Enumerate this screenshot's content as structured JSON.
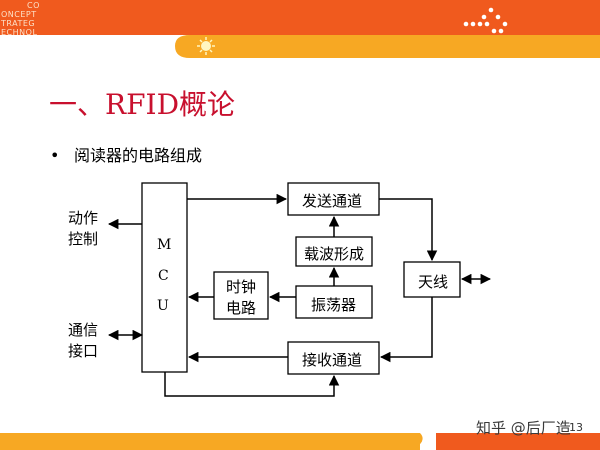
{
  "header": {
    "logo_lines": [
      "CO",
      "ONCEPT",
      "TRATEG",
      "ECHNOL"
    ],
    "accent_color": "#f05a1e",
    "band_color": "#f7a823"
  },
  "slide": {
    "title": "一、RFID概论",
    "bullet_marker": "•",
    "bullet": "阅读器的电路组成",
    "title_color": "#c8102e"
  },
  "diagram": {
    "mcu_letters": [
      "M",
      "C",
      "U"
    ],
    "blocks": {
      "send_channel": "发送通道",
      "carrier_shaping": "载波形成",
      "clock_line1": "时钟",
      "clock_line2": "电路",
      "oscillator": "振荡器",
      "antenna": "天线",
      "receive_channel": "接收通道"
    },
    "labels": {
      "action_line1": "动作",
      "action_line2": "控制",
      "comm_line1": "通信",
      "comm_line2": "接口"
    }
  },
  "footer": {
    "watermark": "知乎 @后厂造",
    "page_number": "13"
  }
}
